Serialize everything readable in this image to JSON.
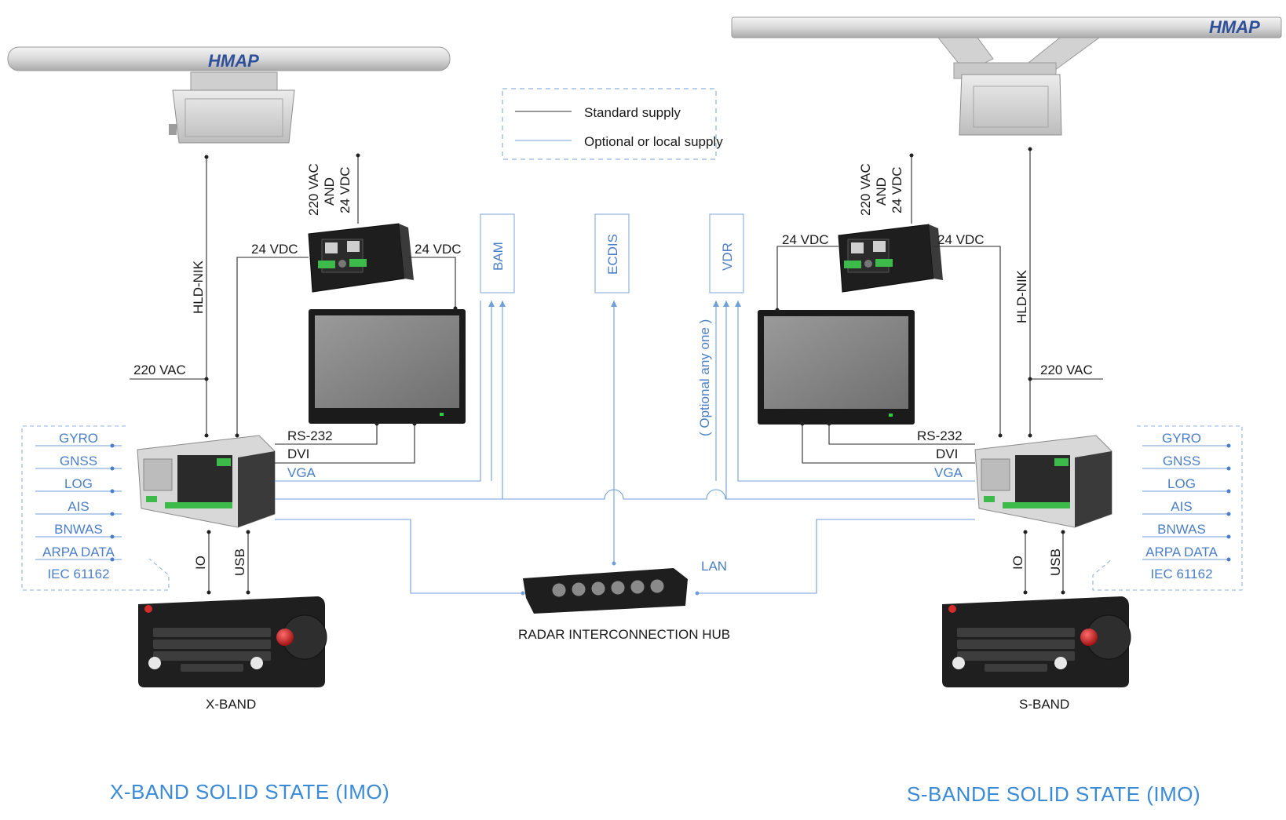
{
  "legend": {
    "standard": "Standard supply",
    "optional": "Optional or local supply"
  },
  "brand": "HMAP",
  "ext_systems": {
    "bam": "BAM",
    "ecdis": "ECDIS",
    "vdr": "VDR"
  },
  "optional_note": "( Optional any one )",
  "hub": {
    "label": "RADAR INTERCONNECTION HUB",
    "lan": "LAN"
  },
  "left": {
    "power_in": [
      "220 VAC",
      "AND",
      "24 VDC"
    ],
    "psu_out_left": "24 VDC",
    "psu_out_right": "24 VDC",
    "antenna_cable": "HLD-NIK",
    "mains": "220 VAC",
    "rs232": "RS-232",
    "dvi": "DVI",
    "vga": "VGA",
    "io": "IO",
    "usb": "USB",
    "console": "X-BAND",
    "sensors": [
      "GYRO",
      "GNSS",
      "LOG",
      "AIS",
      "BNWAS",
      "ARPA DATA"
    ],
    "standard": "IEC 61162",
    "title": "X-BAND SOLID STATE (IMO)"
  },
  "right": {
    "power_in": [
      "220 VAC",
      "AND",
      "24 VDC"
    ],
    "psu_out_left": "24 VDC",
    "psu_out_right": "24 VDC",
    "antenna_cable": "HLD-NIK",
    "mains": "220 VAC",
    "rs232": "RS-232",
    "dvi": "DVI",
    "vga": "VGA",
    "io": "IO",
    "usb": "USB",
    "console": "S-BAND",
    "sensors": [
      "GYRO",
      "GNSS",
      "LOG",
      "AIS",
      "BNWAS",
      "ARPA DATA"
    ],
    "standard": "IEC 61162",
    "title": "S-BANDE SOLID STATE (IMO)"
  },
  "colors": {
    "accent": "#3a8ad6",
    "line": "#6f9fd8",
    "equipment": "#1c1c1c"
  }
}
